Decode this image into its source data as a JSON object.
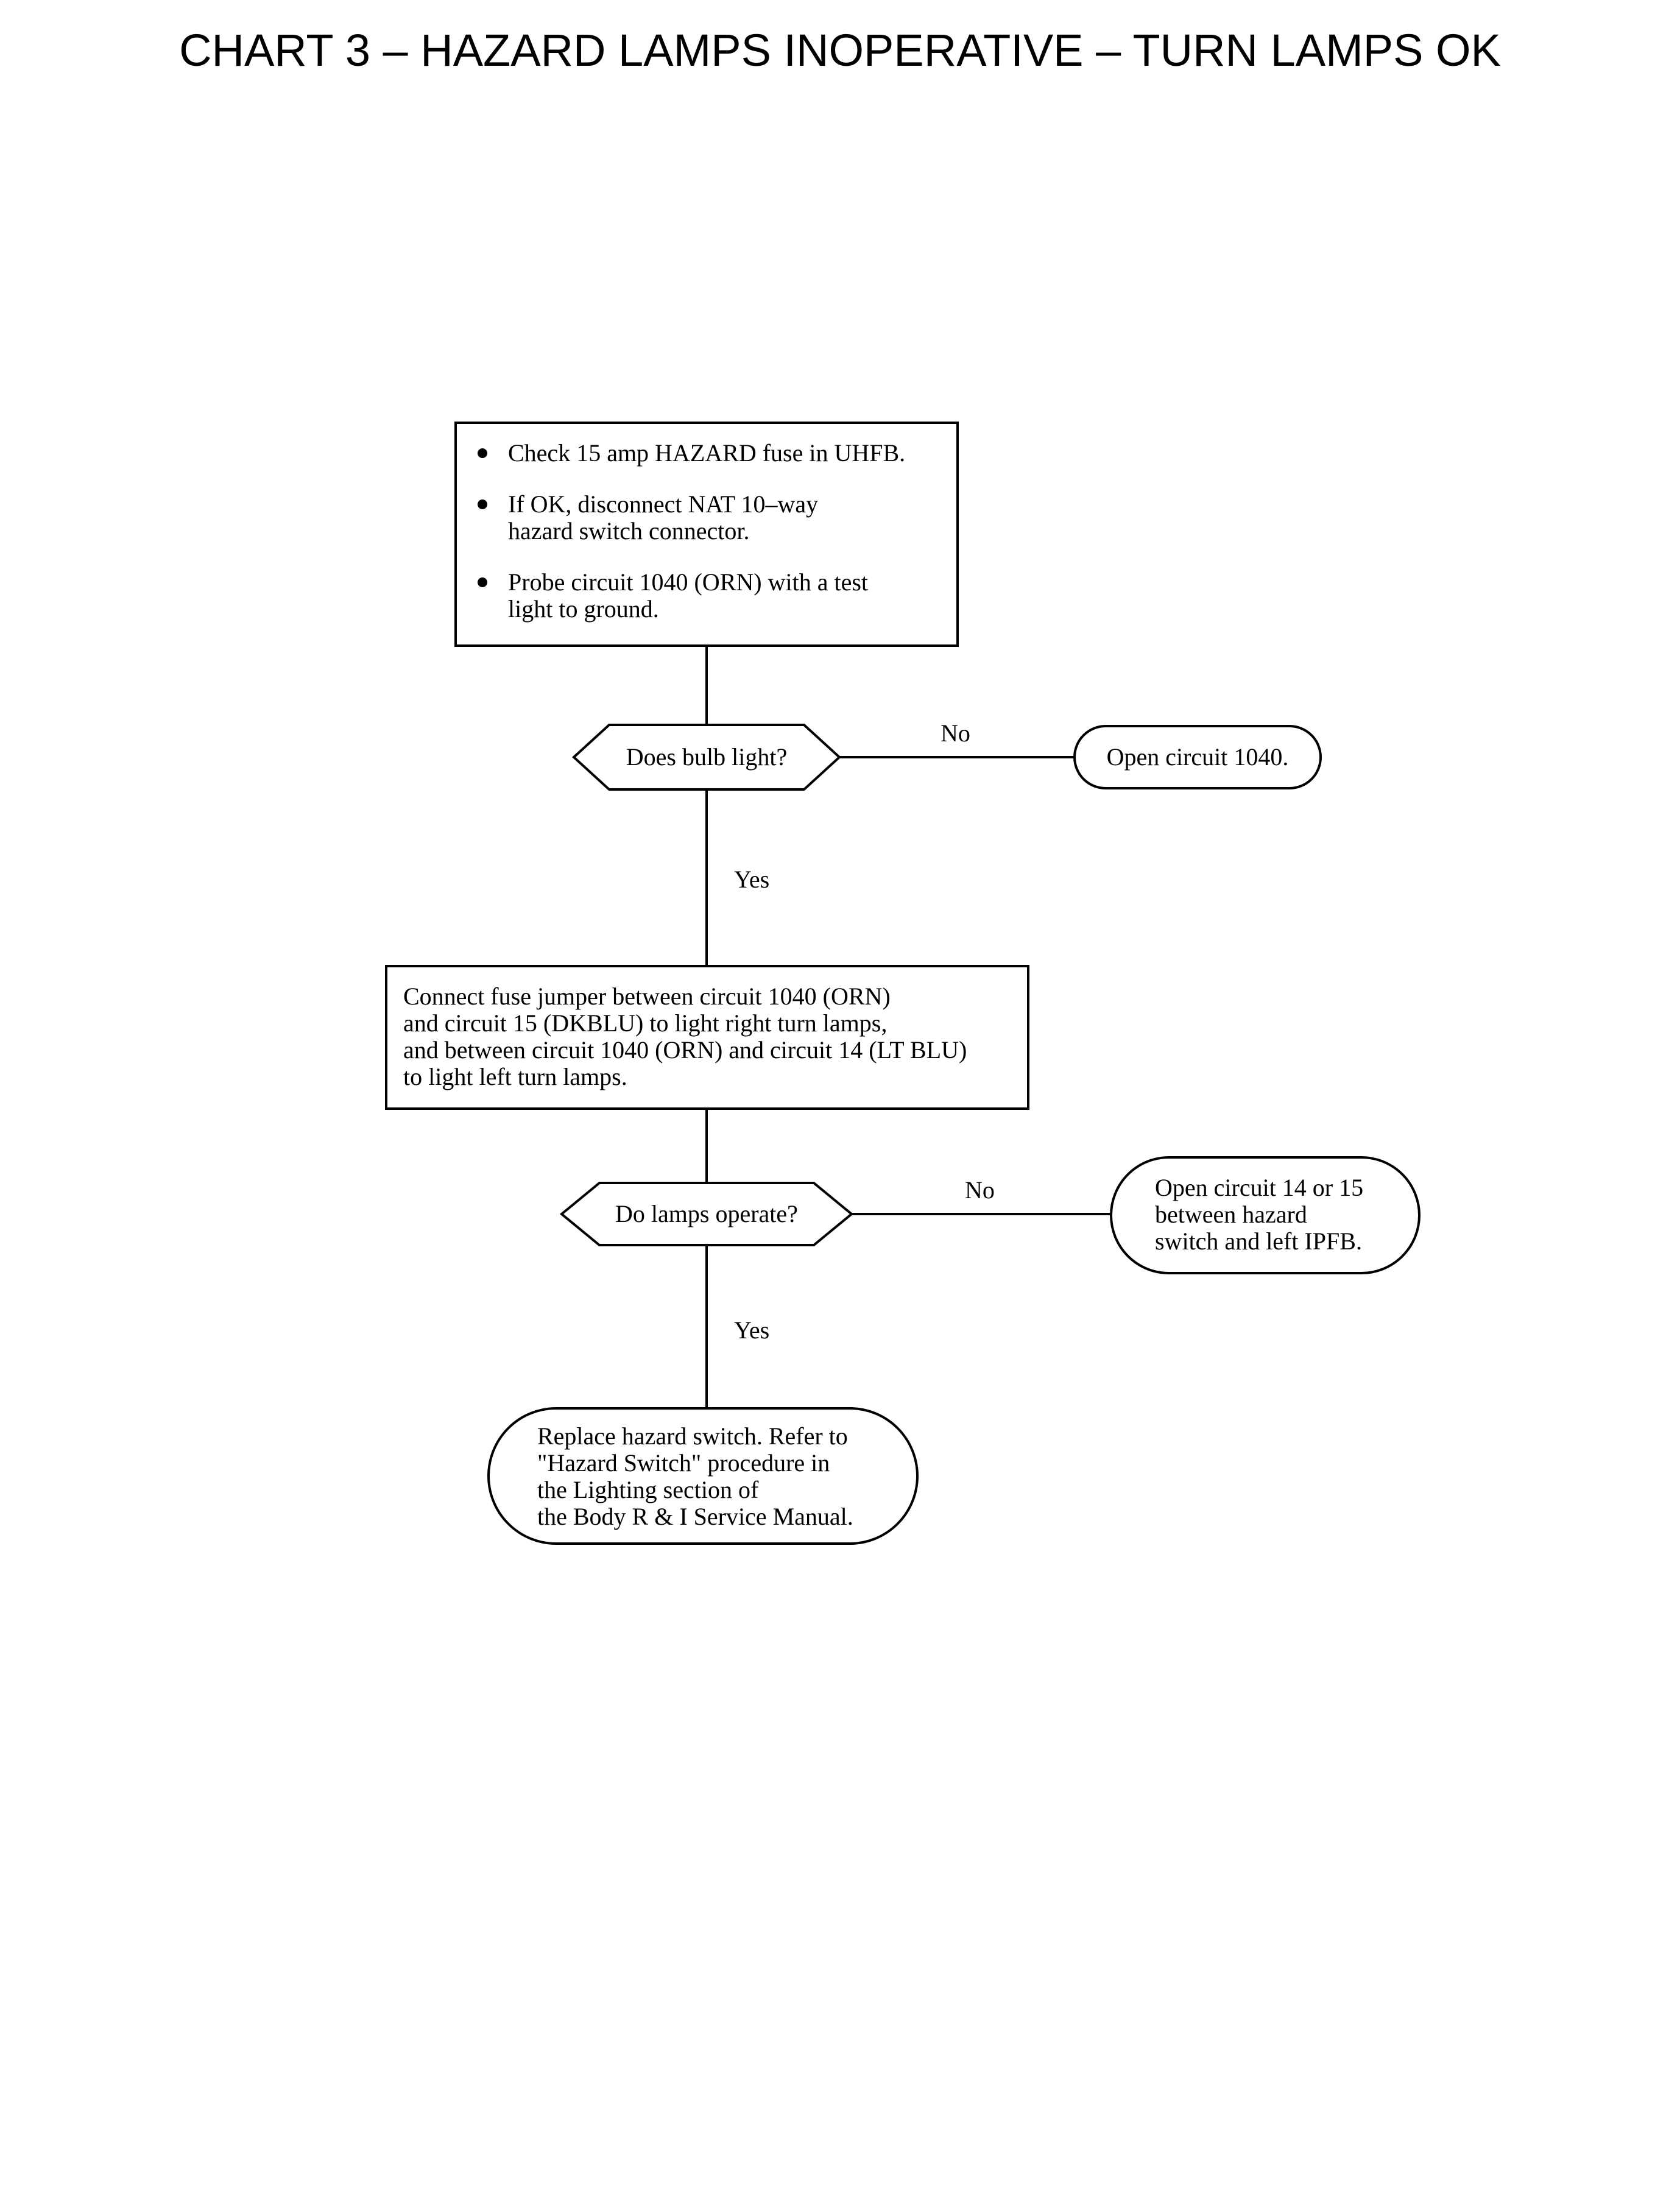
{
  "title": "CHART 3 – HAZARD LAMPS INOPERATIVE – TURN LAMPS OK",
  "start_box": {
    "bullets": [
      "Check 15 amp HAZARD fuse in UHFB.",
      "If OK, disconnect NAT 10–way\nhazard switch connector.",
      "Probe circuit 1040 (ORN) with a test\nlight to ground."
    ]
  },
  "decision1": {
    "text": "Does bulb light?"
  },
  "decision1_no": {
    "label": "No",
    "result": "Open circuit 1040."
  },
  "decision1_yes": {
    "label": "Yes"
  },
  "process2": {
    "text": "Connect fuse jumper between circuit 1040 (ORN)\nand circuit 15 (DKBLU) to light right turn lamps,\nand between circuit 1040 (ORN) and circuit 14 (LT BLU)\nto light left turn lamps."
  },
  "decision2": {
    "text": "Do lamps operate?"
  },
  "decision2_no": {
    "label": "No",
    "result": "Open circuit 14 or 15\nbetween hazard\nswitch and left IPFB."
  },
  "decision2_yes": {
    "label": "Yes"
  },
  "final": {
    "text": "Replace hazard switch. Refer to\n\"Hazard Switch\" procedure in\nthe Lighting section of\nthe Body R & I Service Manual."
  }
}
